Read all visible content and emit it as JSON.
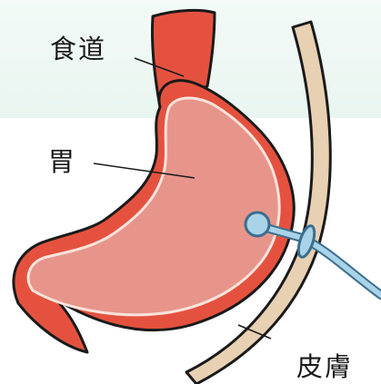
{
  "labels": {
    "esophagus": "食道",
    "stomach": "胃",
    "skin": "皮膚"
  },
  "colors": {
    "background_band": "#eef7f3",
    "organ_outline": "#1a1a1a",
    "esophagus_red": "#e4523f",
    "stomach_pink": "#e7958a",
    "inner_lining": "#fbe3dc",
    "skin_tan": "#e8d0b3",
    "tube_blue": "#a9d3e8",
    "tube_outline": "#3b6e8f"
  }
}
